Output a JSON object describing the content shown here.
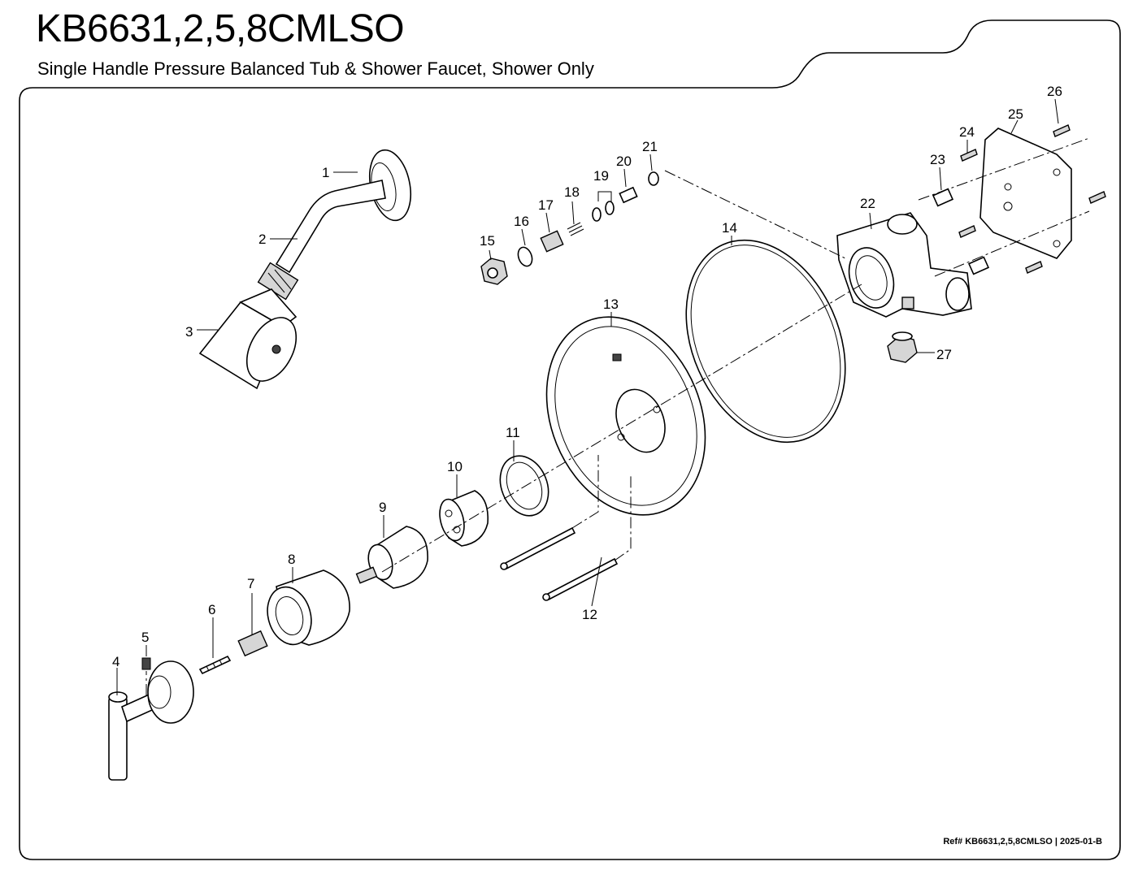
{
  "header": {
    "title": "KB6631,2,5,8CMLSO",
    "subtitle": "Single Handle Pressure Balanced Tub & Shower Faucet, Shower Only"
  },
  "footer": {
    "reference": "Ref# KB6631,2,5,8CMLSO | 2025-01-B"
  },
  "parts": [
    "1",
    "2",
    "3",
    "4",
    "5",
    "6",
    "7",
    "8",
    "9",
    "10",
    "11",
    "12",
    "13",
    "14",
    "15",
    "16",
    "17",
    "18",
    "19",
    "20",
    "21",
    "22",
    "23",
    "24",
    "25",
    "26",
    "27"
  ]
}
